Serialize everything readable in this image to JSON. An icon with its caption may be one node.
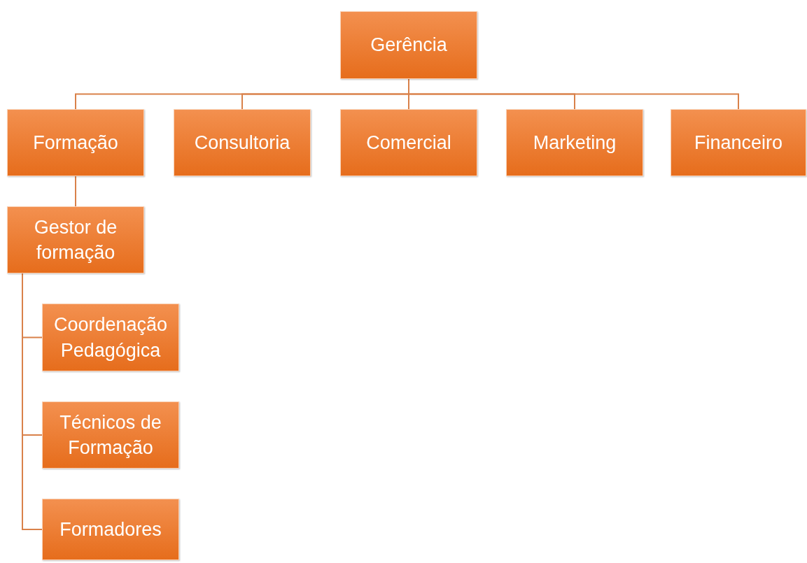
{
  "diagram": {
    "nodes": [
      {
        "text": [
          "Gerência"
        ]
      },
      {
        "text": [
          "Formação"
        ]
      },
      {
        "text": [
          "Consultoria"
        ]
      },
      {
        "text": [
          "Comercial"
        ]
      },
      {
        "text": [
          "Marketing"
        ]
      },
      {
        "text": [
          "Financeiro"
        ]
      },
      {
        "text": [
          "Gestor de formação"
        ]
      },
      {
        "text": [
          "Coordenação Pedagógica"
        ]
      },
      {
        "text": [
          "Técnicos de Formação"
        ]
      },
      {
        "text": [
          "Formadores"
        ]
      }
    ],
    "edges": [
      {
        "from": 0,
        "to": 1,
        "arrow": "none"
      },
      {
        "from": 0,
        "to": 2,
        "arrow": "none"
      },
      {
        "from": 0,
        "to": 3,
        "arrow": "none"
      },
      {
        "from": 0,
        "to": 4,
        "arrow": "none"
      },
      {
        "from": 0,
        "to": 5,
        "arrow": "none"
      },
      {
        "from": 1,
        "to": 6,
        "arrow": "none"
      },
      {
        "from": 6,
        "to": 7,
        "arrow": "none"
      },
      {
        "from": 6,
        "to": 8,
        "arrow": "none"
      },
      {
        "from": 6,
        "to": 9,
        "arrow": "none"
      }
    ]
  }
}
